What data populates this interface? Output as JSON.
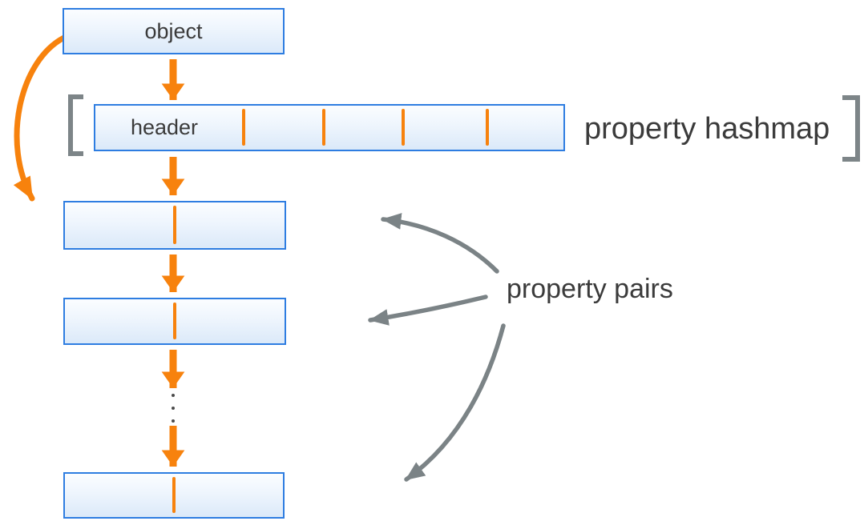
{
  "diagram": {
    "object_box": {
      "label": "object"
    },
    "hashmap_box": {
      "header_label": "header",
      "slot_divider_count": 4
    },
    "hashmap_annotation": "property hashmap",
    "pairs_annotation": "property pairs",
    "pair_box_count": 3,
    "ellipsis_dot_count": 3
  },
  "colors": {
    "accent_orange": "#f7820d",
    "node_border_blue": "#2e7de1",
    "node_fill_top": "#fbfdff",
    "node_fill_bottom": "#dbe9f9",
    "annotation_arrow_gray": "#7b8386",
    "bracket_gray": "#7d8588",
    "label_text": "#3b3b3b"
  }
}
